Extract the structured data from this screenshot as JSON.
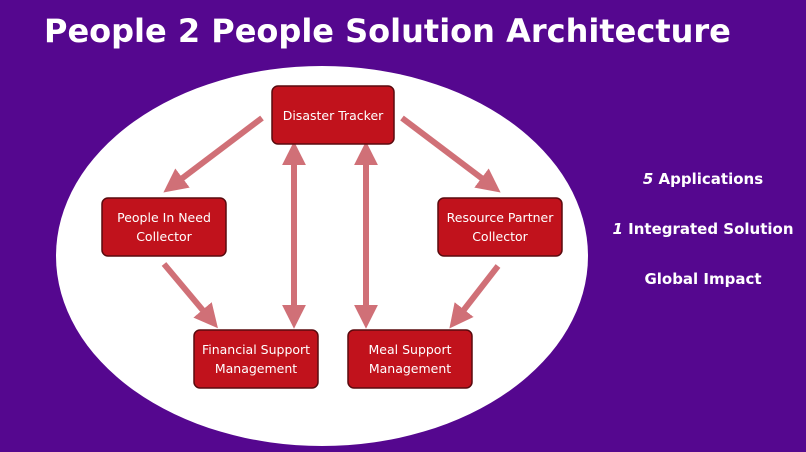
{
  "slide": {
    "title": "People 2 People Solution Architecture"
  },
  "nodes": {
    "disaster_tracker": {
      "lines": [
        "Disaster Tracker"
      ]
    },
    "people_in_need": {
      "lines": [
        "People In Need",
        "Collector"
      ]
    },
    "resource_partner": {
      "lines": [
        "Resource Partner",
        "Collector"
      ]
    },
    "financial_support": {
      "lines": [
        "Financial Support",
        "Management"
      ]
    },
    "meal_support": {
      "lines": [
        "Meal Support",
        "Management"
      ]
    }
  },
  "edges": [
    {
      "from": "disaster_tracker",
      "to": "people_in_need",
      "direction": "forward"
    },
    {
      "from": "disaster_tracker",
      "to": "resource_partner",
      "direction": "forward"
    },
    {
      "from": "people_in_need",
      "to": "financial_support",
      "direction": "forward"
    },
    {
      "from": "resource_partner",
      "to": "meal_support",
      "direction": "forward"
    },
    {
      "from": "disaster_tracker",
      "to": "financial_support",
      "direction": "both"
    },
    {
      "from": "disaster_tracker",
      "to": "meal_support",
      "direction": "both"
    }
  ],
  "highlights": {
    "applications": {
      "number": "5",
      "text": "Applications"
    },
    "integrated": {
      "number": "1",
      "text": "Integrated Solution"
    },
    "impact": {
      "text": "Global Impact"
    }
  },
  "colors": {
    "background": "#55078f",
    "ellipse": "#ffffff",
    "node_fill": "#c1121c",
    "arrow": "#d07077"
  }
}
